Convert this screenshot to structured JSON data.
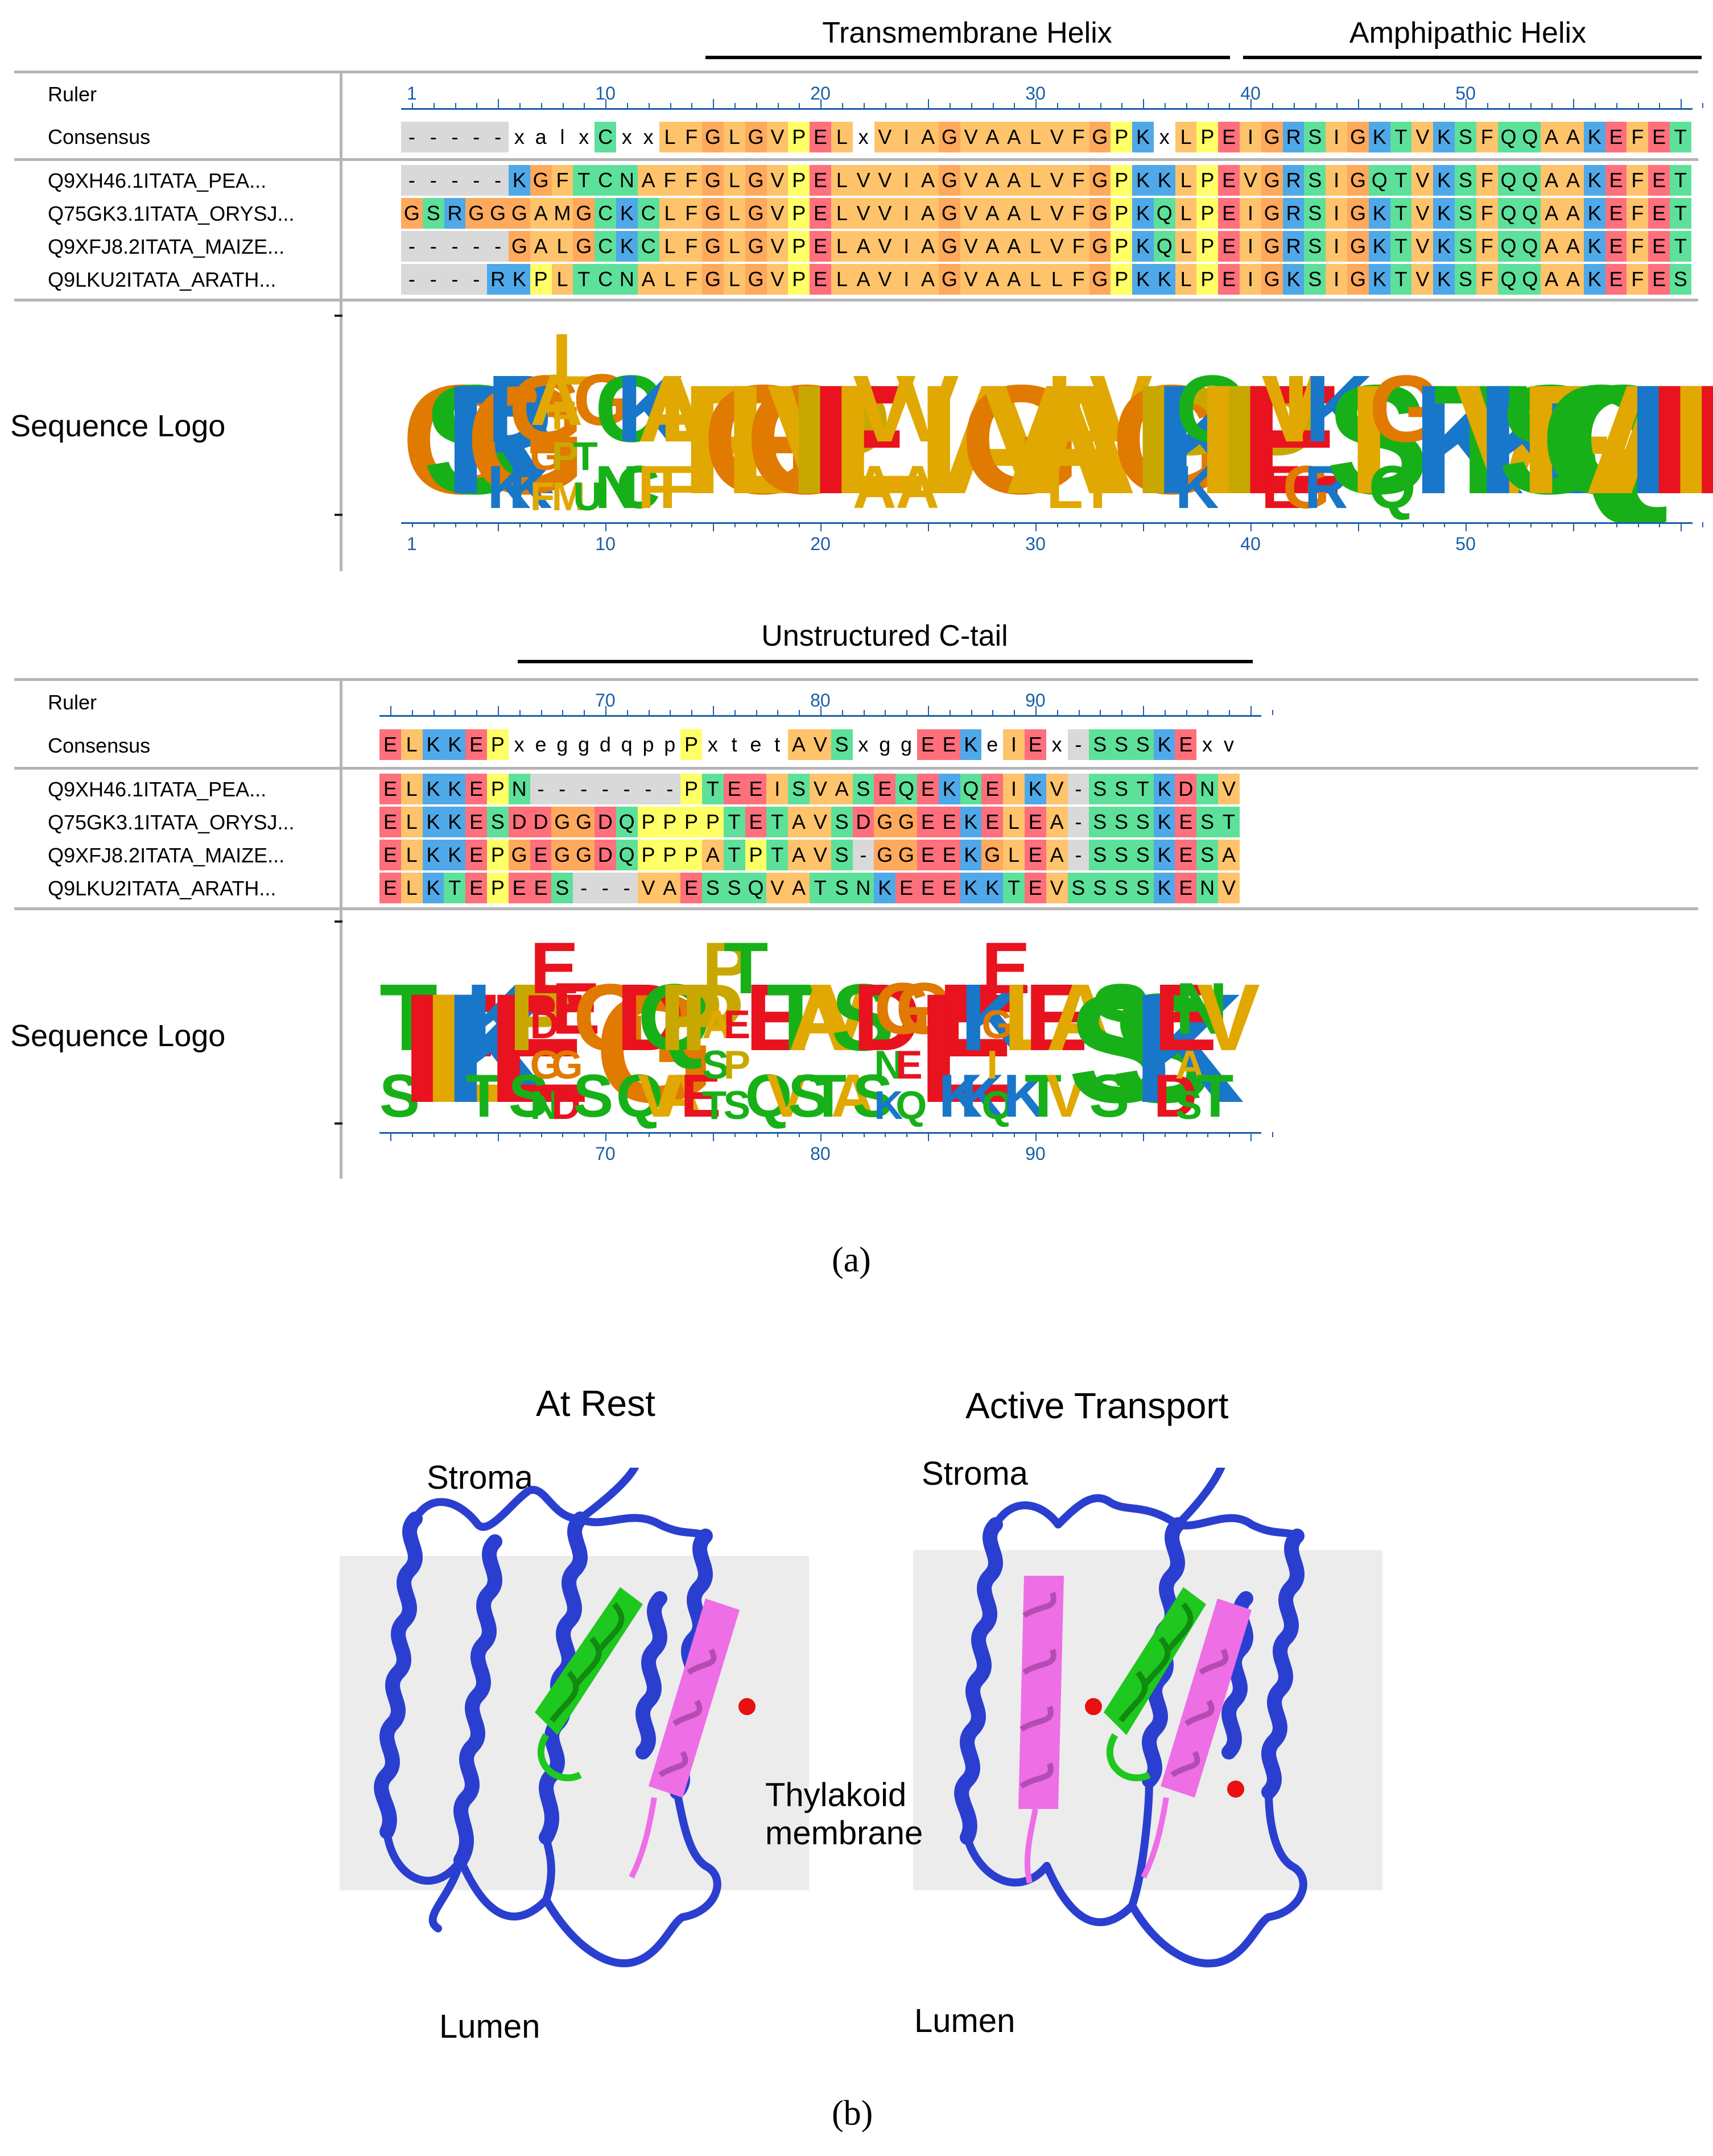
{
  "panel_a": {
    "block1": {
      "regions": [
        {
          "label": "Transmembrane Helix"
        },
        {
          "label": "Amphipathic Helix"
        }
      ],
      "ruler_label": "Ruler",
      "consensus_label": "Consensus",
      "logo_label": "Sequence Logo",
      "ruler_ticks": [
        "1",
        "10",
        "20",
        "30",
        "40",
        "50"
      ],
      "consensus": "-----xalxCxxLFGLGVPELxVIAGVAALVFGPKxLPEIGRSIGKTVKSFQQAAKEFET",
      "sequences": [
        {
          "name": "Q9XH46.1ITATA_PEA...",
          "seq": "-----KGFTCNAFFGLGVPELVVIAGVAALVFGPKKLPEVGRSIGQTVKSFQQAAKEFET"
        },
        {
          "name": "Q75GK3.1ITATA_ORYSJ...",
          "seq": "GSRGGGAMGCKCLFGLGVPELVVIAGVAALVFGPKQLPEIGRSIGKTVKSFQQAAKEFET"
        },
        {
          "name": "Q9XFJ8.2ITATA_MAIZE...",
          "seq": "-----GALGCKCLFGLGVPELAVIAGVAALVFGPKQLPEIGRSIGKTVKSFQQAAKEFET"
        },
        {
          "name": "Q9LKU2ITATA_ARATH...",
          "seq": "----RKPLTCNALFGLGVPELAVIAGVAALLFGPKKLPEIGKSIGKTVKSFQQAAKEFES"
        }
      ],
      "logo_columns": [
        "G",
        "S",
        "R",
        "G",
        "RK",
        "GK",
        "AGF",
        "LFPM",
        "GTU",
        "CN",
        "KC",
        "AF",
        "LF",
        "F",
        "G",
        "L",
        "G",
        "V",
        "P",
        "E",
        "L",
        "VA",
        "",
        "VA",
        "I",
        "A",
        "G",
        "V",
        "A",
        "A",
        "LL",
        "",
        "VF",
        "G",
        "P",
        "K",
        "QK",
        "L",
        "P",
        "E",
        "VE",
        "IG",
        "KR",
        "S",
        "I",
        "GQ",
        "",
        "K",
        "T",
        "V",
        "K",
        "S",
        "F",
        "Q",
        "Q",
        "A",
        "A",
        "K",
        "E",
        "F",
        "E",
        "ST"
      ]
    },
    "block2": {
      "region": {
        "label": "Unstructured C-tail"
      },
      "ruler_label": "Ruler",
      "consensus_label": "Consensus",
      "logo_label": "Sequence Logo",
      "ruler_ticks": [
        "70",
        "80",
        "90"
      ],
      "consensus": "ELKKEPxeggdqppPxtetAVSxggEEKeIEx-SSSKExv",
      "sequences": [
        {
          "name": "Q9XH46.1ITATA_PEA...",
          "seq": "ELKKEPN-------PTEEISVASEQEKQEIKV-SSTKDNV"
        },
        {
          "name": "Q75GK3.1ITATA_ORYSJ...",
          "seq": "ELKKESDDGGDQPPPPTETAVSDGGEEKELEA-SSSKEST"
        },
        {
          "name": "Q9XFJ8.2ITATA_MAIZE...",
          "seq": "ELKKEPGEGGDQPPPATPTAVS-GGEEKGLEA-SSSKESA"
        },
        {
          "name": "Q9LKU2ITATA_ARATH...",
          "seq": "ELKTEPEES---VAESSQVATSNKEEEKKTEVSSSSKENV"
        }
      ],
      "logo_columns": [
        "TS",
        "E",
        "L",
        "K",
        "KT",
        "E",
        "PS",
        "EDGN",
        "EGD",
        "GS",
        "G",
        "DQ",
        "QV",
        "PA",
        "PE",
        "PAST",
        "TEPS",
        "EQ",
        "TV",
        "AS",
        "VT",
        "SA",
        "DS",
        "GNK",
        "GEQ",
        "E",
        "EK",
        "KK",
        "EGIQ",
        "LK",
        "ET",
        "AV",
        "S",
        "SS",
        "S",
        "K",
        "ED",
        "NAS",
        "VT"
      ],
      "logo_first_tick_offset": "T"
    },
    "caption": "(a)"
  },
  "panel_b": {
    "caption": "(b)",
    "states": [
      {
        "title": "At Rest",
        "top_label": "Stroma",
        "bottom_label": "Lumen",
        "side_label": [
          "Thylakoid",
          "membrane"
        ]
      },
      {
        "title": "Active Transport",
        "top_label": "Stroma",
        "bottom_label": "Lumen"
      }
    ],
    "colors": {
      "backbone": "#2a3fd0",
      "tatA_green": "#1ec81e",
      "tatA_pink": "#ee6ee6",
      "marker_red": "#e81010",
      "membrane_gray": "#ececec"
    }
  },
  "residue_colors": {
    "hydrophobic": "#ffc36b",
    "G": "#ffa95c",
    "P": "#ffff66",
    "acidic": "#ff6f7c",
    "basic": "#4fa8e8",
    "polar": "#5de09a",
    "C": "#5de09a",
    "gap": "#d9d9d9"
  }
}
